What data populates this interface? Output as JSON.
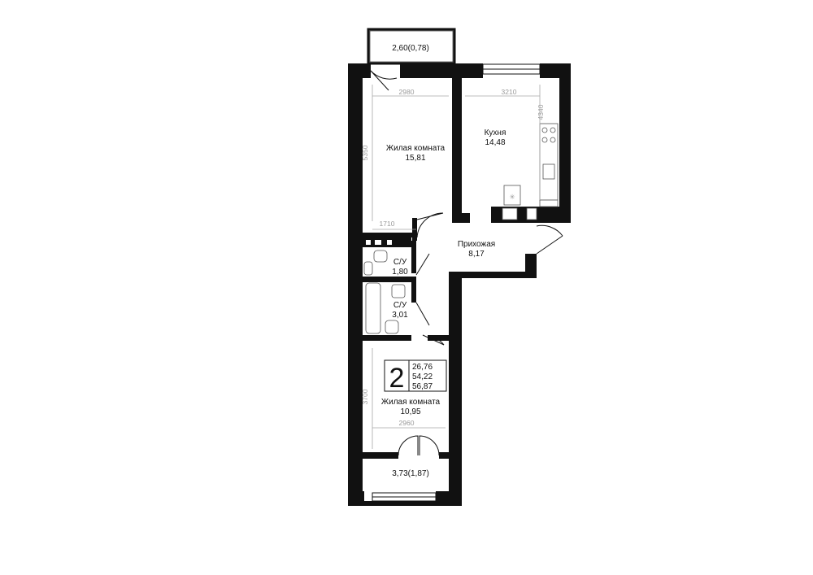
{
  "plan": {
    "rooms_count": "2",
    "areas": [
      "26,76",
      "54,22",
      "56,87"
    ],
    "rooms": {
      "living1": {
        "name": "Жилая комната",
        "area": "15,81"
      },
      "kitchen": {
        "name": "Кухня",
        "area": "14,48"
      },
      "hall": {
        "name": "Прихожая",
        "area": "8,17"
      },
      "bath1": {
        "name": "С/У",
        "area": "1,80"
      },
      "bath2": {
        "name": "С/У",
        "area": "3,01"
      },
      "living2": {
        "name": "Жилая комната",
        "area": "10,95"
      }
    },
    "balconies": {
      "top": "2,60(0,78)",
      "bottom": "3,73(1,87)"
    },
    "dimensions": {
      "living1_width": "2980",
      "kitchen_width": "3210",
      "living1_height": "5350",
      "kitchen_height": "4340",
      "corridor_width": "1710",
      "living2_height": "3700",
      "living2_width": "2960"
    }
  }
}
